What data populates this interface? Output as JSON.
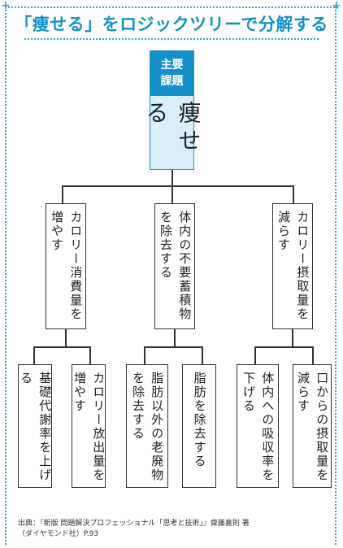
{
  "title": "「痩せる」をロジックツリーで分解する",
  "root": {
    "tag_line1": "主要",
    "tag_line2": "課題",
    "label": "痩せる"
  },
  "level1": [
    {
      "label": "カロリー消費量を増やす"
    },
    {
      "label": "体内の不要蓄積物を除去する"
    },
    {
      "label": "カロリー摂取量を減らす"
    }
  ],
  "level2": [
    {
      "label": "基礎代謝率を上げる"
    },
    {
      "label": "カロリー放出量を増やす"
    },
    {
      "label": "脂肪以外の老廃物を除去する"
    },
    {
      "label": "脂肪を除去する"
    },
    {
      "label": "体内への吸収率を下げる"
    },
    {
      "label": "口からの摂取量を減らす"
    }
  ],
  "source_line1": "出典：『新版 問題解決プロフェッショナル「思考と技術」』齋藤嘉則 著",
  "source_line2": "（ダイヤモンド社）P.93",
  "colors": {
    "accent": "#1591c9",
    "root_fill": "#d9eef8",
    "border": "#333333"
  }
}
